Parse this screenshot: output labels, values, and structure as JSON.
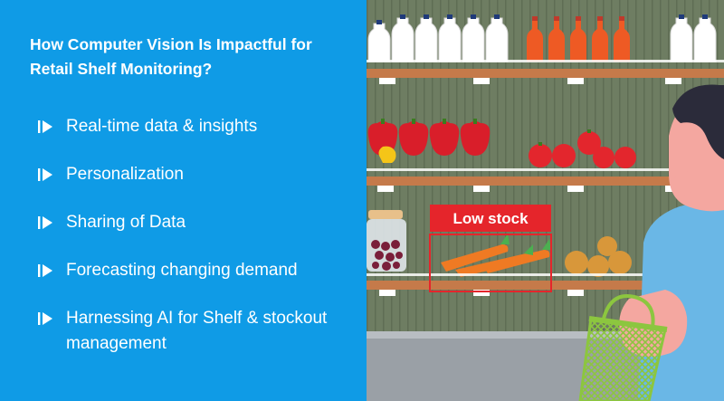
{
  "heading": "How Computer Vision Is Impactful for Retail Shelf Monitoring?",
  "bullets": [
    "Real-time data & insights",
    "Personalization",
    "Sharing of Data",
    "Forecasting changing demand",
    "Harnessing AI for Shelf & stockout management"
  ],
  "illustration": {
    "low_stock_label": "Low stock",
    "colors": {
      "left_background": "#0f9be6",
      "wall": "#6e7d62",
      "shelf_wood": "#c57a4a",
      "alert_red": "#e5252b",
      "floor": "#9aa0a6"
    }
  }
}
